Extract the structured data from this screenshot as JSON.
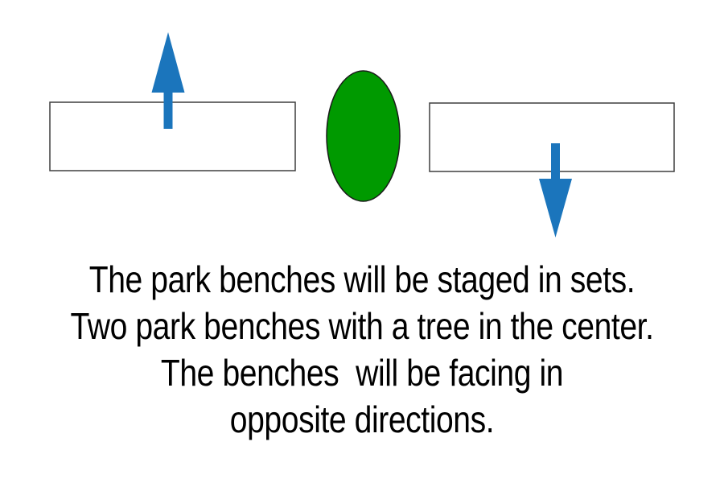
{
  "colors": {
    "background": "#FFFFFF",
    "arrow": "#1B75BC",
    "tree-fill": "#009A00",
    "tree-outline": "#1A1A1A",
    "bench-fill": "#FFFFFF",
    "bench-border": "#3F3F3F",
    "text": "#000000"
  },
  "diagram": {
    "shapes": [
      {
        "name": "left-bench",
        "kind": "rectangle",
        "arrow_direction": "up"
      },
      {
        "name": "tree",
        "kind": "ellipse"
      },
      {
        "name": "right-bench",
        "kind": "rectangle",
        "arrow_direction": "down"
      }
    ]
  },
  "caption": {
    "lines": [
      "The park benches will be staged in sets.",
      "Two park benches with a tree in the center.",
      "The benches  will be facing in",
      "opposite directions."
    ]
  }
}
